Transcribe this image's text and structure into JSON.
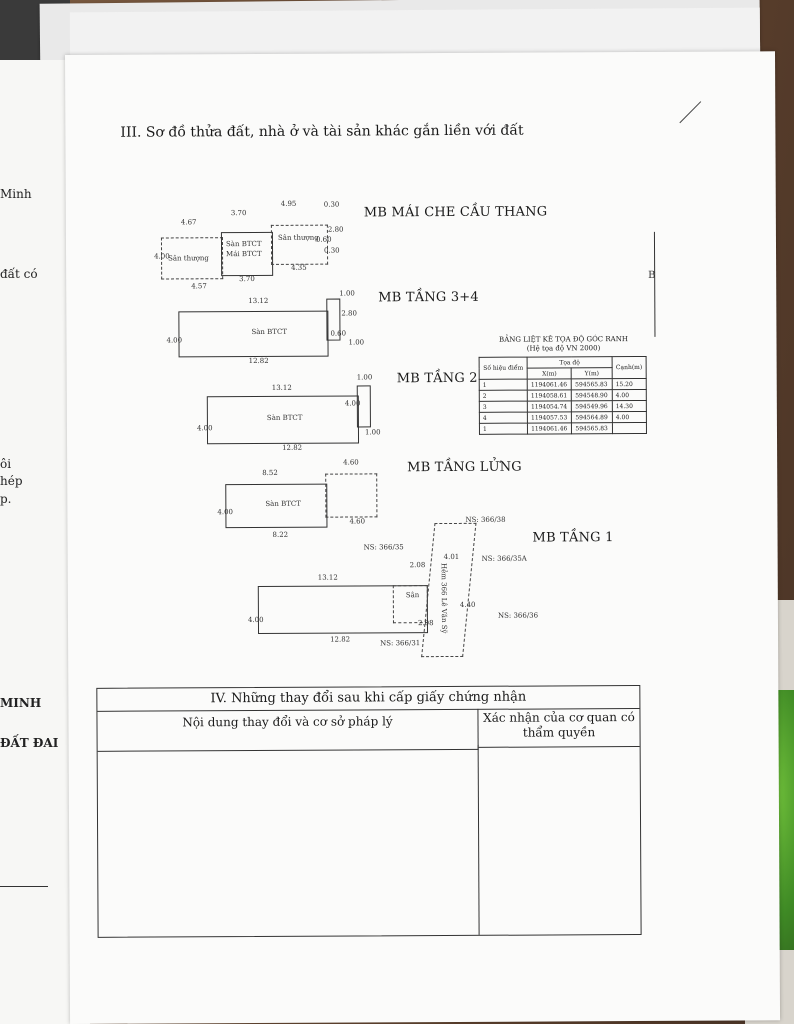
{
  "left_edge": [
    "Minh",
    "đất có",
    "ôi",
    "hép",
    "p.",
    "MINH",
    "ĐẤT ĐAI"
  ],
  "section3_title": "III. Sơ đồ thửa đất, nhà ở và tài sản khác gắn liền với đất",
  "plans": [
    {
      "label": "MB MÁI CHE CẦU THANG",
      "dims": [
        "4.67",
        "3.70",
        "4.95",
        "0.30",
        "4.57",
        "3.70",
        "4.35",
        "0.30",
        "4.00",
        "2.80",
        "0.60"
      ],
      "areas": [
        "Sân thượng",
        "Sàn BTCT",
        "Mái BTCT",
        "Sân thượng"
      ]
    },
    {
      "label": "MB TẦNG 3+4",
      "dims": [
        "13.12",
        "1.00",
        "12.82",
        "1.00",
        "4.00",
        "2.80",
        "0.60"
      ],
      "areas": [
        "Sàn BTCT"
      ]
    },
    {
      "label": "MB TẦNG 2",
      "dims": [
        "13.12",
        "1.00",
        "12.82",
        "1.00",
        "4.00",
        "4.00"
      ],
      "areas": [
        "Sàn BTCT"
      ]
    },
    {
      "label": "MB TẦNG LỬNG",
      "dims": [
        "8.52",
        "4.60",
        "8.22",
        "4.60",
        "4.00"
      ],
      "areas": [
        "Sàn BTCT"
      ]
    },
    {
      "label": "MB TẦNG 1",
      "dims": [
        "13.12",
        "2.08",
        "4.01",
        "12.82",
        "2.08",
        "4.40",
        "4.00"
      ],
      "areas": [
        "Sân"
      ],
      "neighbors": [
        "NS: 366/38",
        "NS: 366/35",
        "NS: 366/35A",
        "NS: 366/36",
        "NS: 366/31"
      ],
      "alley": "Hẻm 366 Lê Văn Sỹ"
    }
  ],
  "coord_table": {
    "title": "BẢNG LIỆT KÊ TỌA ĐỘ GÓC RANH",
    "subtitle": "(Hệ tọa độ VN 2000)",
    "headers": [
      "Số hiệu điểm",
      "Tọa độ",
      "Cạnh(m)"
    ],
    "subheaders": [
      "X(m)",
      "Y(m)"
    ],
    "rows": [
      [
        "1",
        "1194061.46",
        "594565.83",
        "15.20"
      ],
      [
        "2",
        "1194058.61",
        "594548.90",
        "4.00"
      ],
      [
        "3",
        "1194054.74",
        "594549.96",
        "14.30"
      ],
      [
        "4",
        "1194057.53",
        "594564.89",
        "4.00"
      ],
      [
        "1",
        "1194061.46",
        "594565.83",
        ""
      ]
    ]
  },
  "section4": {
    "title": "IV. Những thay đổi sau khi cấp giấy chứng nhận",
    "col1": "Nội dung thay đổi và cơ sở pháp lý",
    "col2": "Xác nhận của cơ quan có thẩm quyền"
  },
  "north_mark": "B"
}
